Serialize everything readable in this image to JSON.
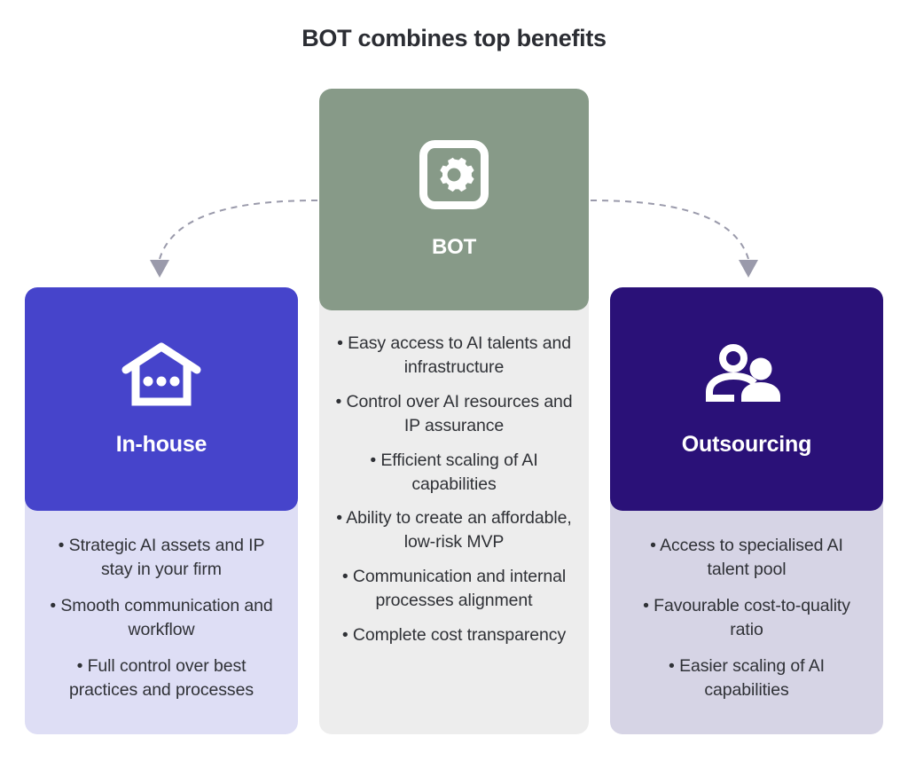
{
  "title": "BOT combines top benefits",
  "colors": {
    "inhouse_header": "#4644cb",
    "inhouse_body": "#dedef5",
    "bot_header": "#879a88",
    "bot_body": "#ededed",
    "outsourcing_header": "#2a1178",
    "outsourcing_body": "#d6d4e5",
    "arrow": "#9a9aab",
    "text": "#2f3136",
    "title_text": "#2b2d33",
    "icon": "#ffffff"
  },
  "cards": {
    "inhouse": {
      "label": "In-house",
      "icon": "house-icon",
      "bullets": [
        "• Strategic AI assets and IP stay in your firm",
        "• Smooth communication and workflow",
        "• Full control over best practices and processes"
      ]
    },
    "bot": {
      "label": "BOT",
      "icon": "gear-in-square-icon",
      "bullets": [
        "• Easy access to AI talents and infrastructure",
        "• Control over AI resources and IP assurance",
        "• Efficient scaling of AI capabilities",
        "• Ability to create an affordable, low-risk MVP",
        "• Communication and internal processes alignment",
        "• Complete cost transparency"
      ]
    },
    "outsourcing": {
      "label": "Outsourcing",
      "icon": "two-people-icon",
      "bullets": [
        "• Access to specialised AI talent pool",
        "• Favourable cost-to-quality ratio",
        "• Easier scaling of AI capabilities"
      ]
    }
  },
  "arrows": [
    {
      "name": "arrow-bot-to-inhouse",
      "direction": "left-down",
      "style": "dashed-curve-with-arrowhead"
    },
    {
      "name": "arrow-bot-to-outsourcing",
      "direction": "right-down",
      "style": "dashed-curve-with-arrowhead"
    }
  ]
}
